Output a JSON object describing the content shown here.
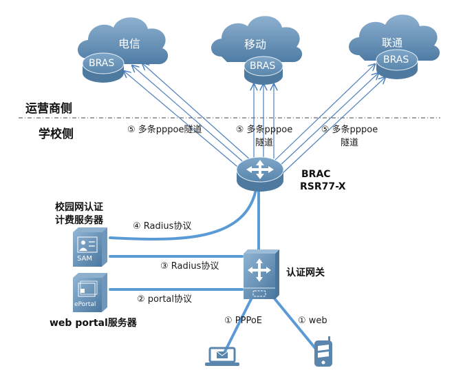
{
  "zones": {
    "operator": "运营商侧",
    "school": "学校侧"
  },
  "clouds": [
    {
      "name": "电信",
      "device": "BRAS"
    },
    {
      "name": "移动",
      "device": "BRAS"
    },
    {
      "name": "联通",
      "device": "BRAS"
    }
  ],
  "tunnels": [
    {
      "label": "⑤ 多条pppoe隧道"
    },
    {
      "label_line1": "⑤ 多条pppoe",
      "label_line2": "隧道"
    },
    {
      "label_line1": "⑤ 多条pppoe",
      "label_line2": "隧道"
    }
  ],
  "core_router": {
    "line1": "BRAC",
    "line2": "RSR77-X"
  },
  "gateway": {
    "label": "认证网关"
  },
  "sam_server": {
    "title_line1": "校园网认证",
    "title_line2": "计费服务器",
    "badge": "SAM"
  },
  "portal_server": {
    "title": "web portal服务器",
    "badge": "ePortal"
  },
  "links": {
    "radius_core": "④  Radius协议",
    "radius_gateway": "③  Radius协议",
    "portal": "②  portal协议",
    "pppoe": "①  PPPoE",
    "web": "①  web"
  },
  "colors": {
    "device": "#5a86ad",
    "device_light": "#8fb1cf",
    "link": "#5b9bd5",
    "tunnel": "#4a7fc0"
  }
}
